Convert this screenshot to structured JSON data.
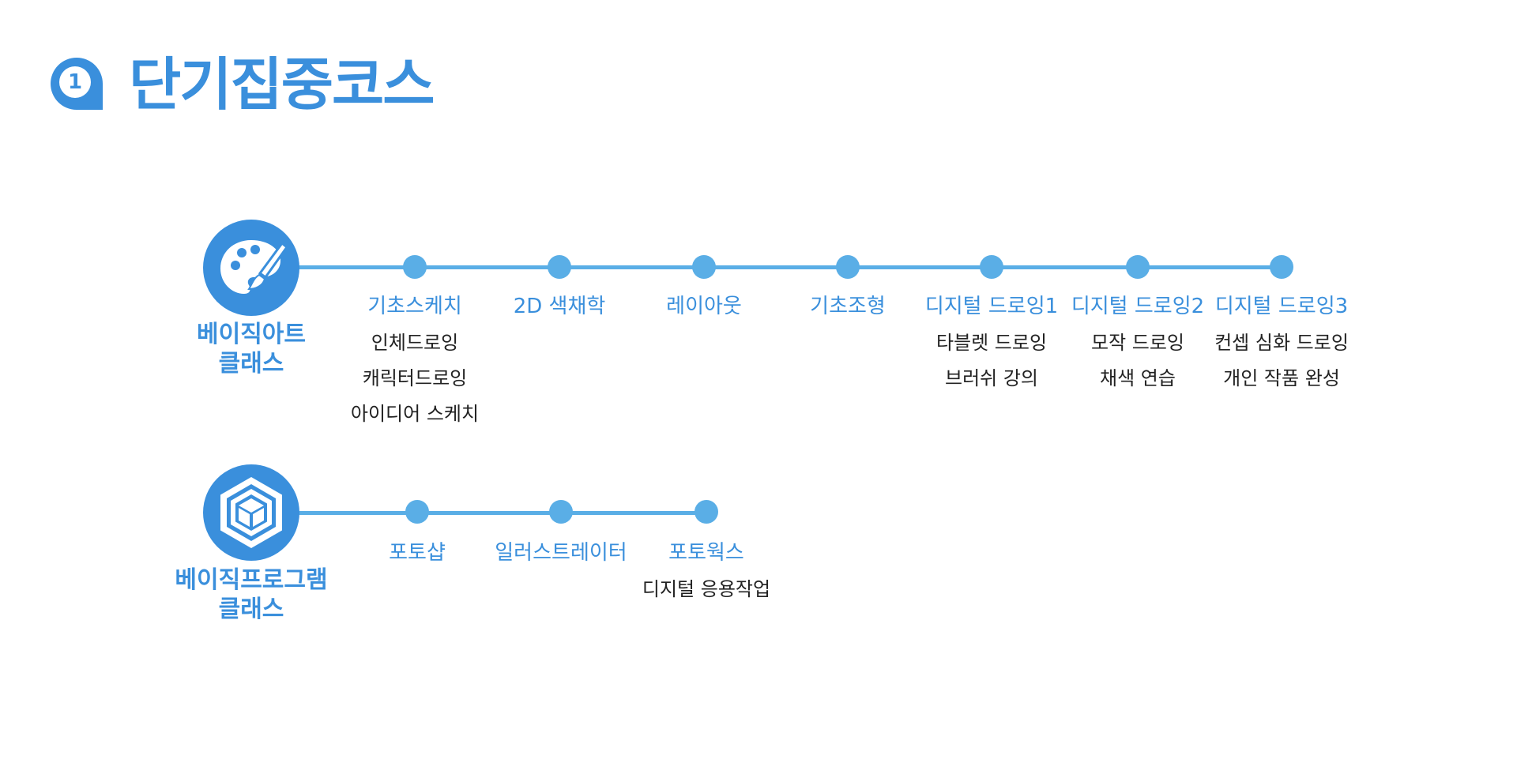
{
  "header": {
    "badge_number": "1",
    "title": "단기집중코스"
  },
  "colors": {
    "primary": "#3a8fdc",
    "line": "#5aaee6",
    "text": "#222222",
    "background": "#ffffff"
  },
  "tracks": [
    {
      "icon": "palette-brush-icon",
      "label_lines": [
        "베이직아트",
        "클래스"
      ],
      "steps": [
        {
          "title": "기초스케치",
          "details": [
            "인체드로잉",
            "캐릭터드로잉",
            "아이디어 스케치"
          ]
        },
        {
          "title": "2D 색채학",
          "details": []
        },
        {
          "title": "레이아웃",
          "details": []
        },
        {
          "title": "기초조형",
          "details": []
        },
        {
          "title": "디지털 드로잉1",
          "details": [
            "타블렛 드로잉",
            "브러쉬 강의"
          ]
        },
        {
          "title": "디지털 드로잉2",
          "details": [
            "모작 드로잉",
            "채색 연습"
          ]
        },
        {
          "title": "디지털 드로잉3",
          "details": [
            "컨셉 심화 드로잉",
            "개인 작품 완성"
          ]
        }
      ]
    },
    {
      "icon": "hexagon-cube-icon",
      "label_lines": [
        "베이직프로그램",
        "클래스"
      ],
      "steps": [
        {
          "title": "포토샵",
          "details": []
        },
        {
          "title": "일러스트레이터",
          "details": []
        },
        {
          "title": "포토웍스",
          "details": [
            "디지털 응용작업"
          ]
        }
      ]
    }
  ]
}
